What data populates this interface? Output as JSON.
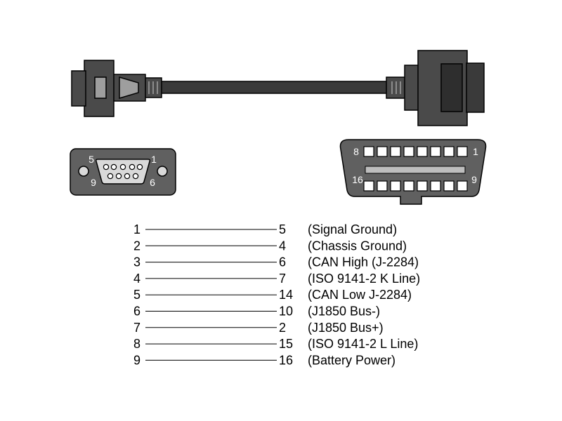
{
  "colors": {
    "connector_fill": "#606060",
    "connector_dark": "#2e2e2e",
    "outline": "#000000",
    "pin_face": "#ffffff",
    "center_bar": "#bdbdbd",
    "db9_face": "#d9d9d9"
  },
  "db9_face": {
    "pin_labels": {
      "top_left": "5",
      "top_right": "1",
      "bottom_left": "9",
      "bottom_right": "6"
    }
  },
  "obd_face": {
    "pin_labels": {
      "top_left": "8",
      "top_right": "1",
      "bottom_left": "16",
      "bottom_right": "9"
    }
  },
  "pinout": [
    {
      "db9": "1",
      "obd": "5",
      "signal": "(Signal Ground)"
    },
    {
      "db9": "2",
      "obd": "4",
      "signal": "(Chassis Ground)"
    },
    {
      "db9": "3",
      "obd": "6",
      "signal": "(CAN High (J-2284)"
    },
    {
      "db9": "4",
      "obd": "7",
      "signal": "(ISO 9141-2 K Line)"
    },
    {
      "db9": "5",
      "obd": "14",
      "signal": "(CAN Low J-2284)"
    },
    {
      "db9": "6",
      "obd": "10",
      "signal": "(J1850 Bus-)"
    },
    {
      "db9": "7",
      "obd": "2",
      "signal": "(J1850 Bus+)"
    },
    {
      "db9": "8",
      "obd": "15",
      "signal": "(ISO 9141-2 L Line)"
    },
    {
      "db9": "9",
      "obd": "16",
      "signal": "(Battery Power)"
    }
  ]
}
